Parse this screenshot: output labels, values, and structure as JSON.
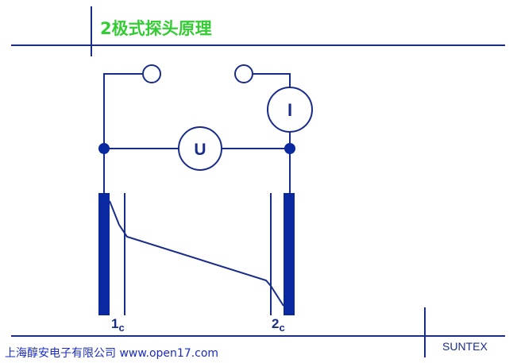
{
  "slide": {
    "title": "2极式探头原理",
    "footer_company": "上海醇安电子有限公司 www.open17.com",
    "footer_brand": "SUNTEX"
  },
  "diagram": {
    "voltmeter_label": "U",
    "ammeter_label": "I",
    "electrode1_label": "1",
    "electrode1_sub": "c",
    "electrode2_label": "2",
    "electrode2_sub": "c"
  },
  "colors": {
    "line": "#1a2c8a",
    "electrode": "#0a28a0",
    "title": "#33cc33",
    "footer_link": "#1a2cc2"
  }
}
